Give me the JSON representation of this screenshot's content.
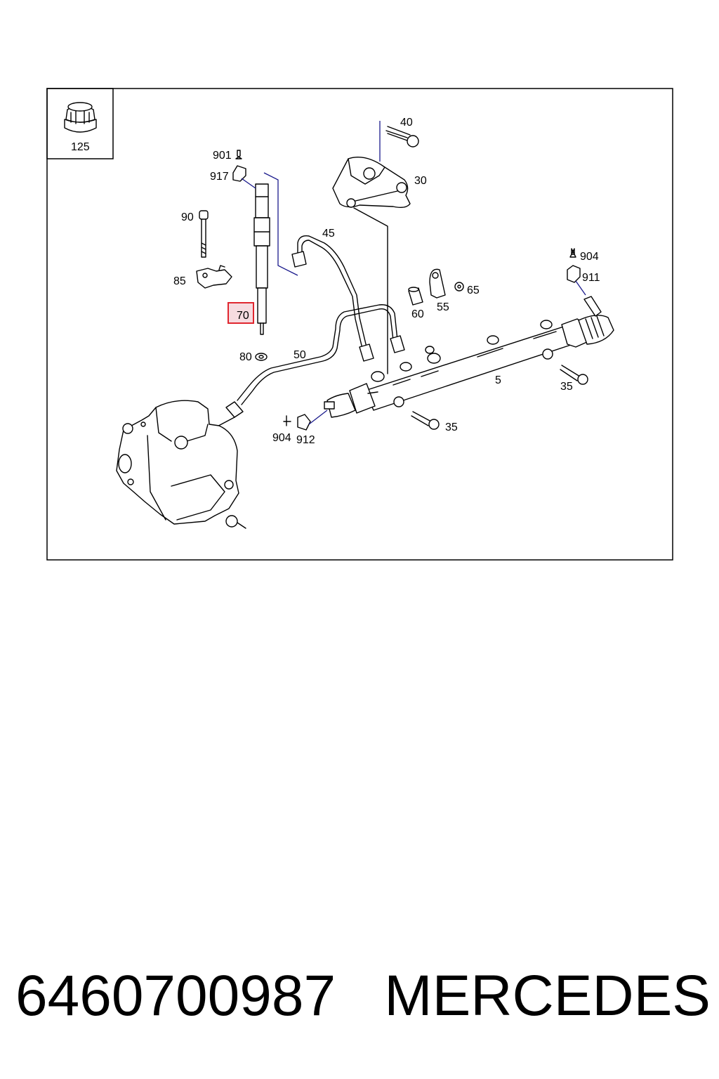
{
  "diagram": {
    "inset_label": "125",
    "highlight_color": "#e0262f",
    "highlight_fill": "#f6dbe0",
    "callouts": {
      "c40": "40",
      "c30": "30",
      "c901": "901",
      "c917": "917",
      "c90": "90",
      "c45": "45",
      "c85": "85",
      "c70": "70",
      "c904a": "904",
      "c911": "911",
      "c65": "65",
      "c55": "55",
      "c60": "60",
      "c80": "80",
      "c50": "50",
      "c5": "5",
      "c35a": "35",
      "c904b": "904",
      "c912": "912",
      "c35b": "35"
    }
  },
  "footer": {
    "part_number": "6460700987",
    "brand": "MERCEDES"
  }
}
